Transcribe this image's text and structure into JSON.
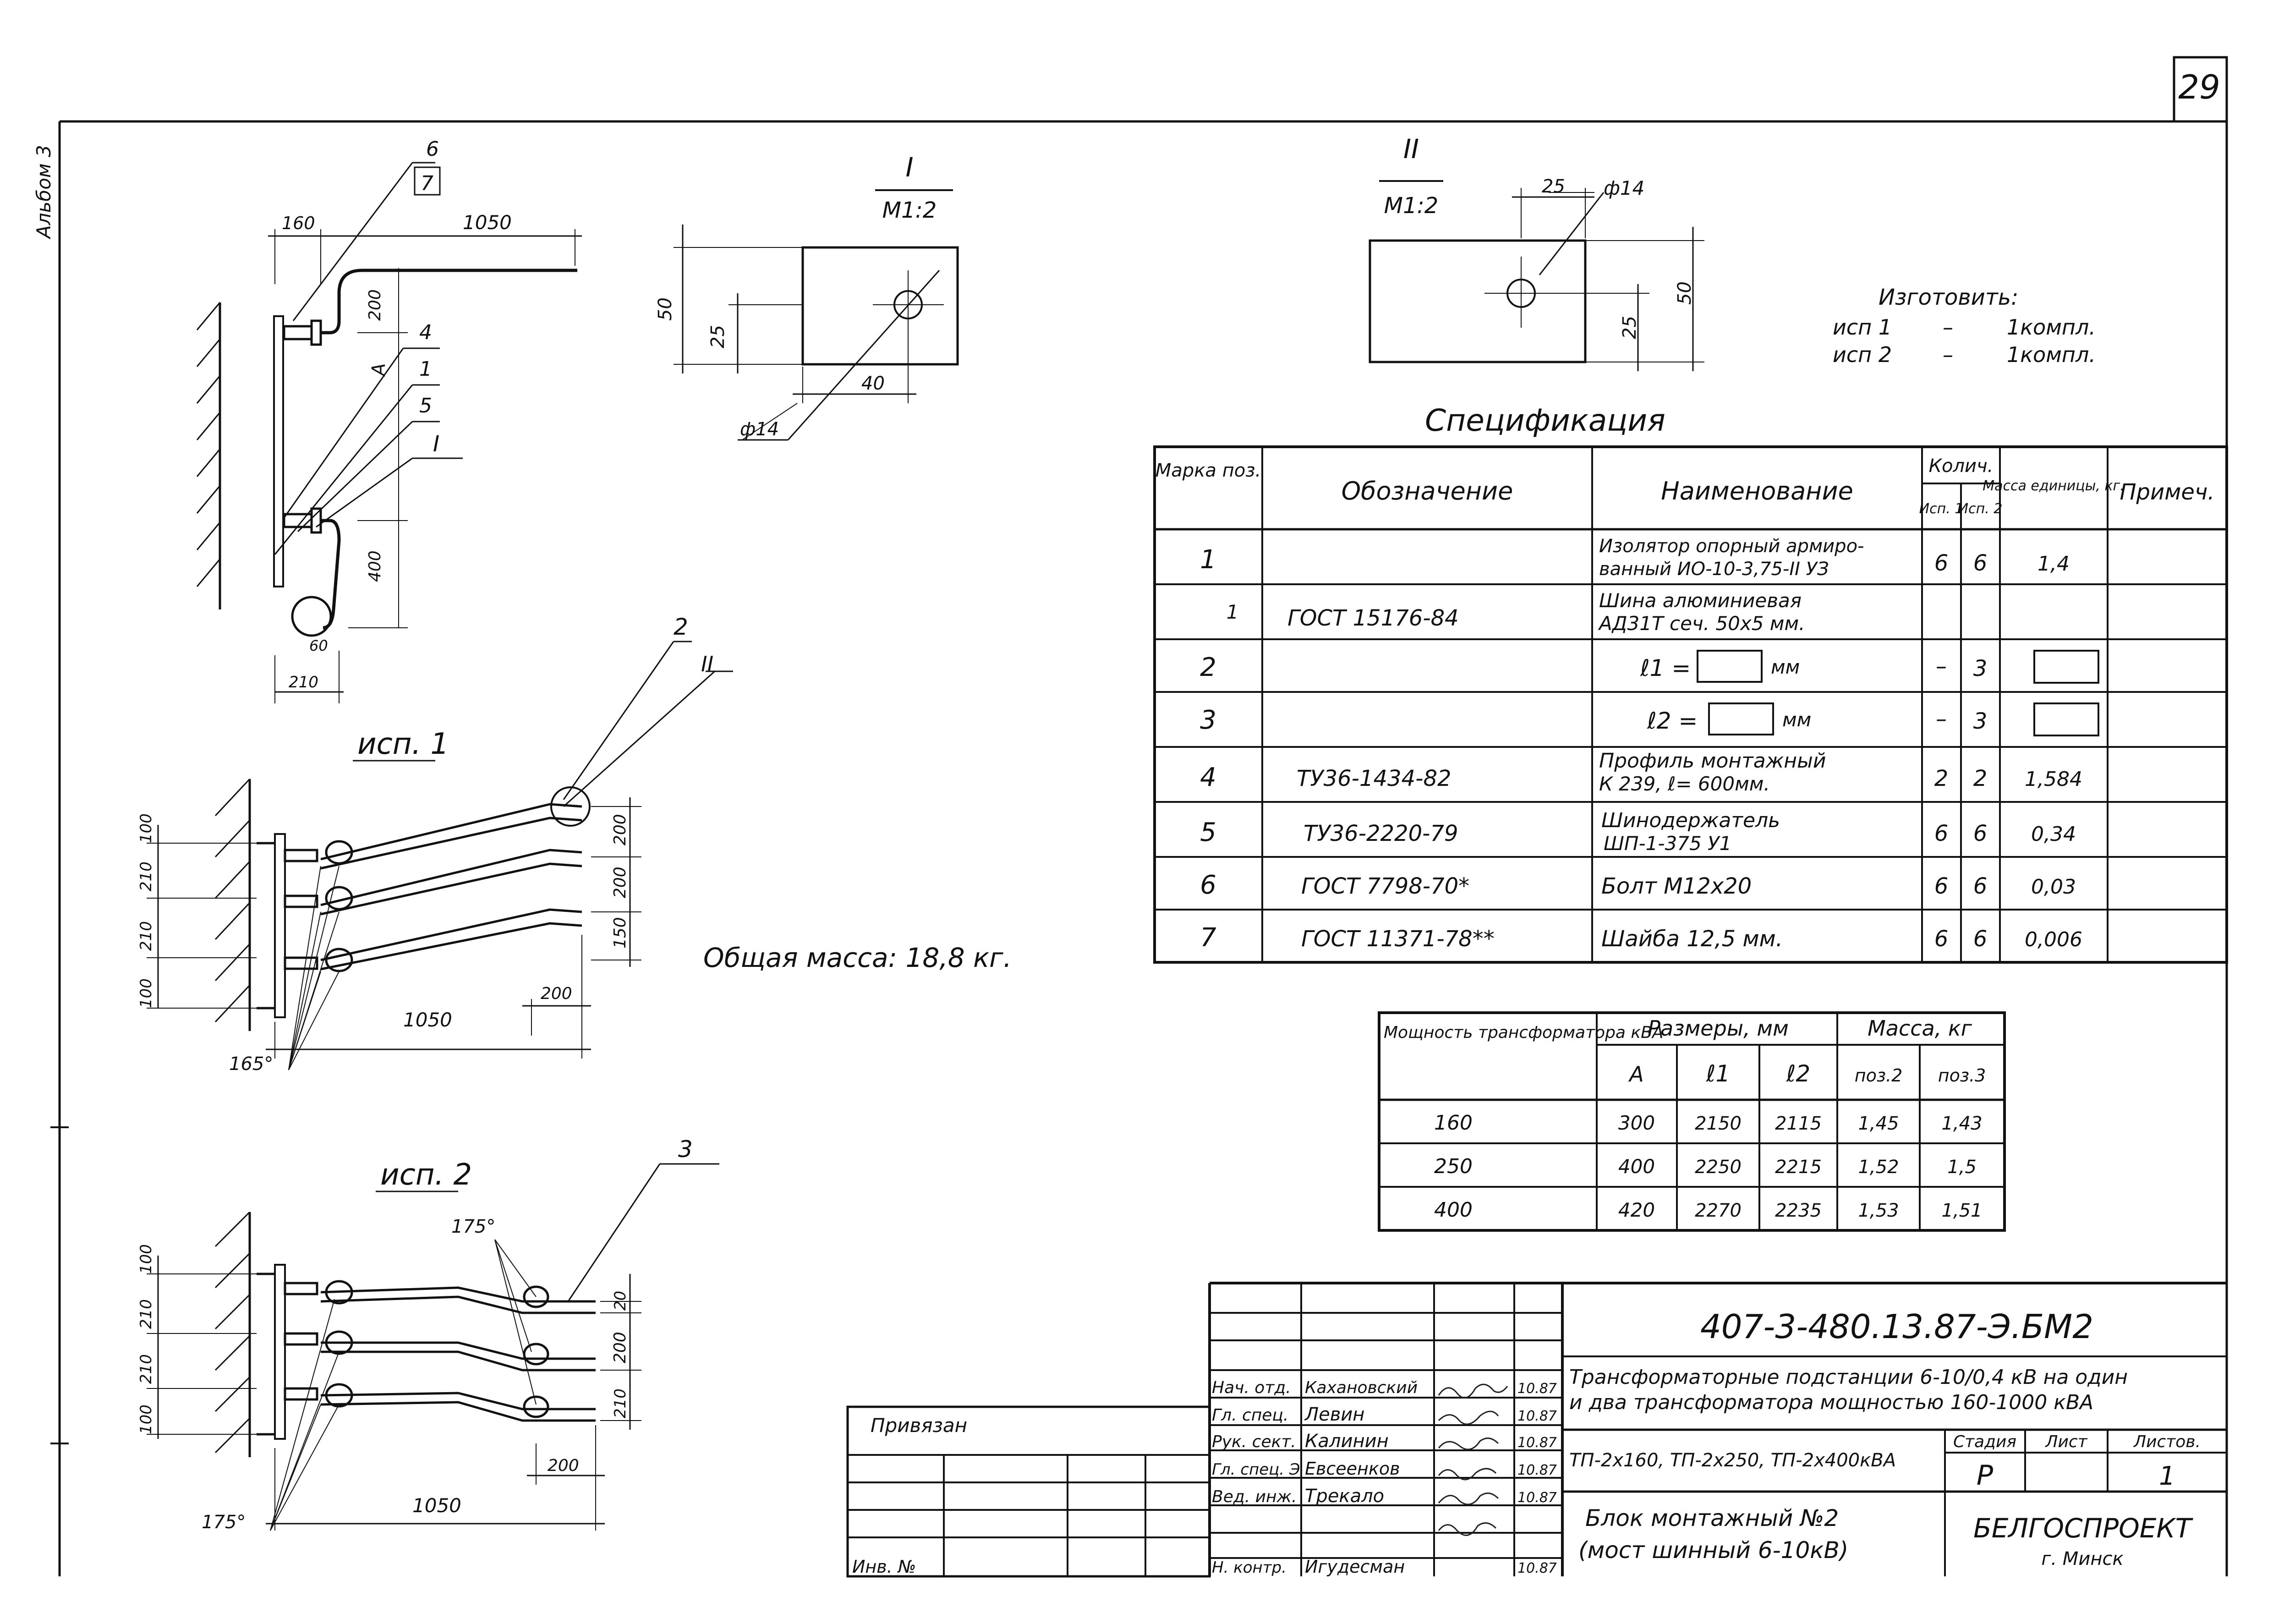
{
  "page_number": "29",
  "side_note": "Альбом 3",
  "callouts": {
    "c6": "6",
    "c7": "7",
    "c4": "4",
    "c1": "1",
    "c5": "5",
    "cI": "I",
    "cA": "А",
    "c2": "2",
    "cII": "II",
    "c3": "3"
  },
  "dims": {
    "d160": "160",
    "d1050": "1050",
    "d200": "200",
    "d400": "400",
    "d60": "60",
    "d210": "210",
    "d50": "50",
    "d25": "25",
    "d40": "40",
    "d150": "150",
    "d100": "100",
    "d20": "20"
  },
  "details": {
    "I_label": "I",
    "I_scale": "М1:2",
    "I_hole": "ф14",
    "II_label": "II",
    "II_scale": "М1:2",
    "II_hole": "ф14"
  },
  "variants": {
    "v1": "исп. 1",
    "v2": "исп. 2"
  },
  "angles": {
    "a165": "165°",
    "a175": "175°"
  },
  "total_mass": "Общая масса:  18,8 кг.",
  "manufacture": {
    "title": "Изготовить:",
    "lines": [
      {
        "name": "исп 1",
        "dash": "–",
        "qty": "1компл."
      },
      {
        "name": "исп 2",
        "dash": "–",
        "qty": "1компл."
      }
    ]
  },
  "spec": {
    "title": "Спецификация",
    "headers": {
      "mark": "Марка поз.",
      "designation": "Обозначение",
      "name": "Наименование",
      "qty": "Колич.",
      "isp1": "Исп. 1",
      "isp2": "Исп. 2",
      "mass": "Масса единицы, кг.",
      "note": "Примеч."
    },
    "rows": [
      {
        "pos": "1",
        "des": "",
        "name": [
          "Изолятор опорный армиро-",
          "ванный ИО-10-3,75-II УЗ"
        ],
        "q1": "6",
        "q2": "6",
        "mass": "1,4"
      },
      {
        "pos": "1",
        "des": "ГОСТ 15176-84",
        "name": [
          "Шина алюминиевая",
          "АД31Т  сеч. 50x5 мм."
        ],
        "q1": "",
        "q2": "",
        "mass": ""
      },
      {
        "pos": "2",
        "des": "",
        "name": [
          "ℓ1 =",
          "мм"
        ],
        "q1": "–",
        "q2": "3",
        "mass": ""
      },
      {
        "pos": "3",
        "des": "",
        "name": [
          "ℓ2 =",
          "мм"
        ],
        "q1": "–",
        "q2": "3",
        "mass": ""
      },
      {
        "pos": "4",
        "des": "ТУ36-1434-82",
        "name": [
          "Профиль монтажный",
          "К 239,   ℓ= 600мм."
        ],
        "q1": "2",
        "q2": "2",
        "mass": "1,584"
      },
      {
        "pos": "5",
        "des": "ТУ36-2220-79",
        "name": [
          "Шинодержатель",
          "ШП-1-375 У1"
        ],
        "q1": "6",
        "q2": "6",
        "mass": "0,34"
      },
      {
        "pos": "6",
        "des": "ГОСТ 7798-70*",
        "name": [
          "Болт  М12x20"
        ],
        "q1": "6",
        "q2": "6",
        "mass": "0,03"
      },
      {
        "pos": "7",
        "des": "ГОСТ 11371-78**",
        "name": [
          "Шайба  12,5 мм."
        ],
        "q1": "6",
        "q2": "6",
        "mass": "0,006"
      }
    ]
  },
  "sizes": {
    "headers": {
      "power": "Мощность трансформатора кВА",
      "sizes": "Размеры,  мм",
      "mass": "Масса,  кг",
      "A": "А",
      "l1": "ℓ1",
      "l2": "ℓ2",
      "p2": "поз.2",
      "p3": "поз.3"
    },
    "rows": [
      {
        "power": "160",
        "A": "300",
        "l1": "2150",
        "l2": "2115",
        "p2": "1,45",
        "p3": "1,43"
      },
      {
        "power": "250",
        "A": "400",
        "l1": "2250",
        "l2": "2215",
        "p2": "1,52",
        "p3": "1,5"
      },
      {
        "power": "400",
        "A": "420",
        "l1": "2270",
        "l2": "2235",
        "p2": "1,53",
        "p3": "1,51"
      }
    ]
  },
  "title_block": {
    "code": "407-3-480.13.87-Э.БМ2",
    "project": [
      "Трансформаторные подстанции 6-10/0,4 кВ на один",
      "и два трансформатора мощностью 160-1000 кВА"
    ],
    "variant_list": "ТП-2x160, ТП-2x250, ТП-2x400кВА",
    "stage_label": "Стадия",
    "sheet_label": "Лист",
    "sheets_label": "Листов.",
    "stage": "Р",
    "sheets": "1",
    "block_name": [
      "Блок монтажный №2",
      "(мост шинный 6-10кВ)"
    ],
    "org": "БЕЛГОСПРОЕКТ",
    "city": "г. Минск",
    "bound": "Привязан",
    "inv": "Инв. №",
    "staff": [
      {
        "role": "Нач. отд.",
        "name": "Кахановский",
        "date": "10.87"
      },
      {
        "role": "Гл. спец.",
        "name": "Левин",
        "date": "10.87"
      },
      {
        "role": "Рук. сект.",
        "name": "Калинин",
        "date": "10.87"
      },
      {
        "role": "Гл. спец. Э",
        "name": "Евсеенков",
        "date": "10.87"
      },
      {
        "role": "Вед. инж.",
        "name": "Трекало",
        "date": "10.87"
      },
      {
        "role": "Н. контр.",
        "name": "Игудесман",
        "date": "10.87"
      }
    ]
  }
}
